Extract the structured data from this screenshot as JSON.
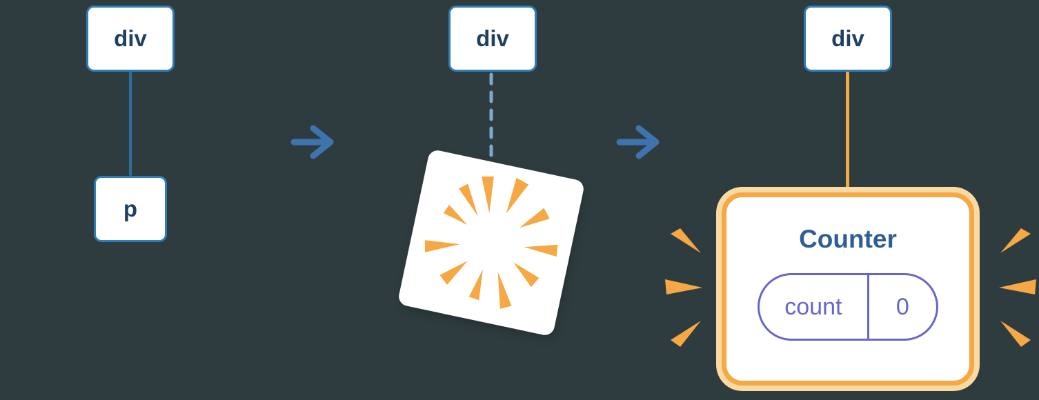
{
  "stages": {
    "before": {
      "parent_label": "div",
      "child_label": "p"
    },
    "removal": {
      "parent_label": "div"
    },
    "after": {
      "parent_label": "div",
      "component": {
        "title": "Counter",
        "state_name": "count",
        "state_value": "0"
      }
    }
  },
  "icons": {
    "stage_transition_1": "arrow-right-icon",
    "stage_transition_2": "arrow-right-icon",
    "removed_node_effect": "poof-burst-icon",
    "emphasis_left": "sparkle-burst-left-icon",
    "emphasis_right": "sparkle-burst-right-icon"
  },
  "colors": {
    "background": "#2E3C40",
    "node_fill": "#FFFFFF",
    "node_border_blue": "#2E7EB5",
    "node_text_navy": "#1F4060",
    "edge_solid_blue": "#2E6E9D",
    "edge_dashed_blue": "#7FA9CD",
    "arrow_blue": "#3E73AE",
    "orange": "#F5A843",
    "orange_pale": "#FAD9A2",
    "indigo": "#6865C9",
    "counter_title_blue": "#2E5E96"
  }
}
